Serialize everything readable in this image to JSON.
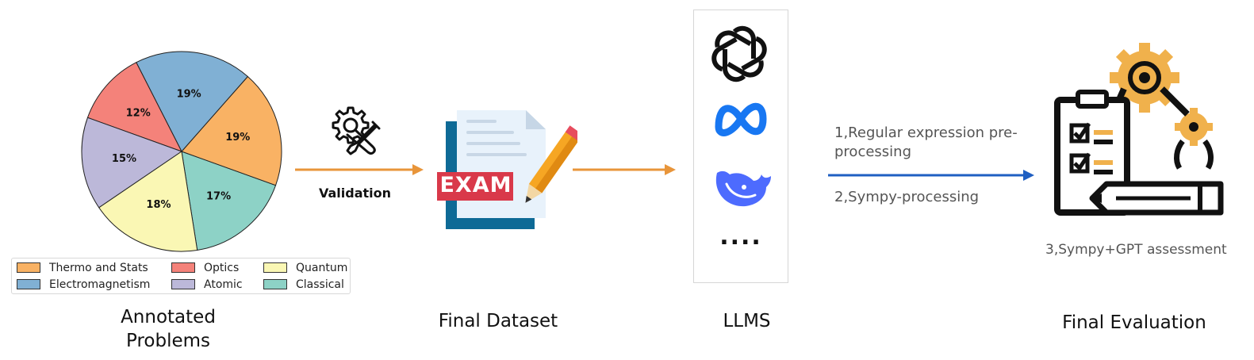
{
  "chart_data": {
    "type": "pie",
    "labels": [
      "Thermo and Stats",
      "Electromagnetism",
      "Optics",
      "Atomic",
      "Quantum",
      "Classical"
    ],
    "values": [
      19,
      19,
      12,
      15,
      18,
      17
    ],
    "value_labels": [
      "19%",
      "19%",
      "12%",
      "15%",
      "18%",
      "17%"
    ],
    "colors": [
      "#f9b264",
      "#80b0d4",
      "#f4827a",
      "#bcb8d9",
      "#faf7b4",
      "#8dd2c6"
    ],
    "legend": [
      {
        "label": "Thermo and Stats",
        "color": "#f9b264"
      },
      {
        "label": "Electromagnetism",
        "color": "#80b0d4"
      },
      {
        "label": "Optics",
        "color": "#f4827a"
      },
      {
        "label": "Atomic",
        "color": "#bcb8d9"
      },
      {
        "label": "Quantum",
        "color": "#faf7b4"
      },
      {
        "label": "Classical",
        "color": "#8dd2c6"
      }
    ],
    "legend_placement": "bottom"
  },
  "stages": {
    "annotated_line1": "Annotated",
    "annotated_line2": "Problems",
    "final_dataset": "Final Dataset",
    "llms": "LLMS",
    "final_evaluation": "Final Evaluation"
  },
  "validation_label": "Validation",
  "exam_label": "EXAM",
  "llm_more": "....",
  "processing": {
    "step1_line1": "1,Regular expression pre-",
    "step1_line2": "processing",
    "step2": "2,Sympy-processing",
    "step3": "3,Sympy+GPT assessment"
  },
  "icons": [
    "tools-icon",
    "exam-document-icon",
    "openai-logo-icon",
    "meta-logo-icon",
    "deepseek-whale-icon",
    "evaluation-robot-icon"
  ],
  "colors": {
    "orange_arrow": "#e8953a",
    "blue_arrow": "#1f5fc2",
    "exam_red": "#d9394a",
    "meta_blue": "#1877f2",
    "deepseek_blue": "#4d6bfe",
    "gear_gold": "#f0b14c"
  }
}
